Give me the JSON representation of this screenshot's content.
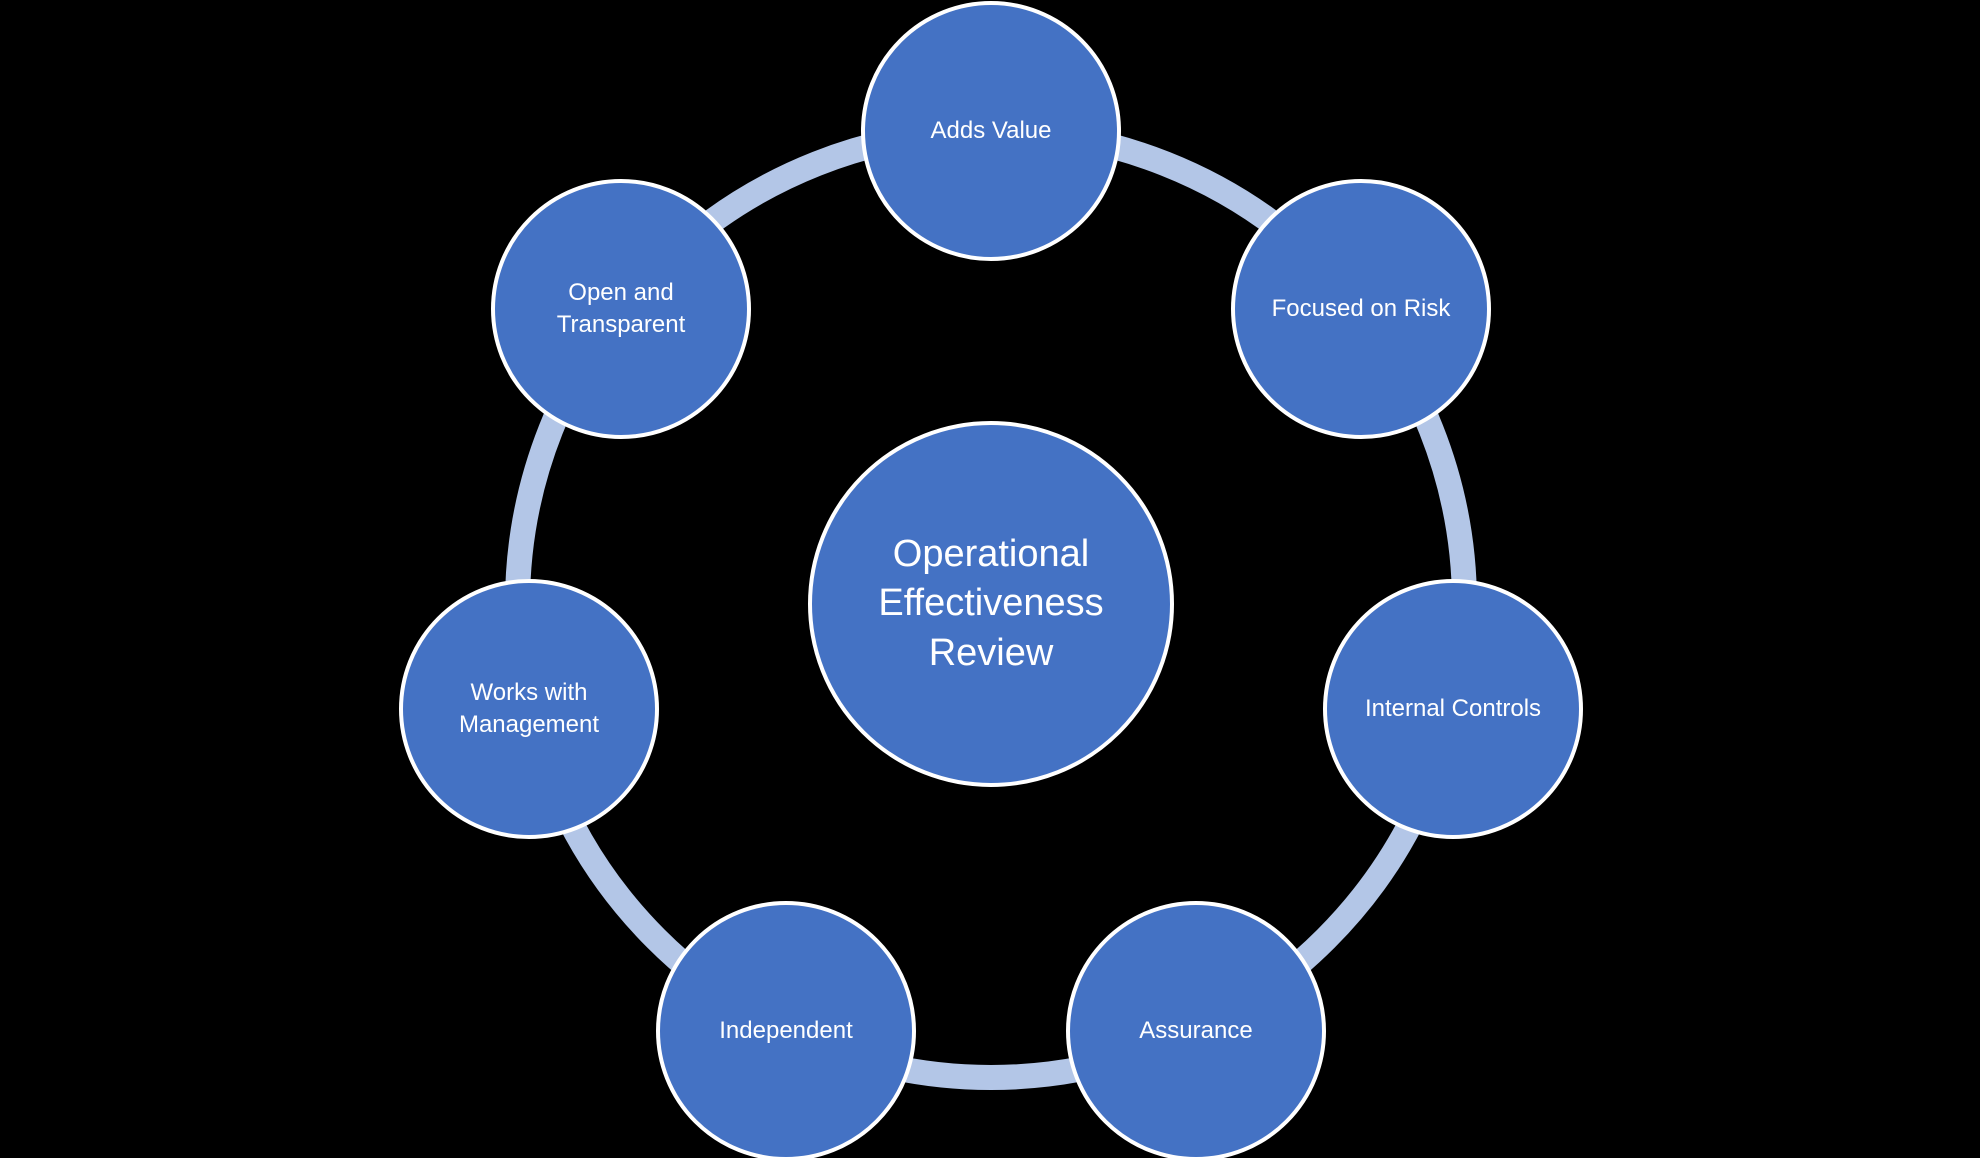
{
  "diagram": {
    "type": "radial-cycle",
    "center": {
      "label": "Operational Effectiveness Review"
    },
    "nodes": [
      {
        "label": "Adds Value",
        "position": "top"
      },
      {
        "label": "Focused on Risk",
        "position": "upper-right"
      },
      {
        "label": "Internal Controls",
        "position": "right"
      },
      {
        "label": "Assurance",
        "position": "lower-right"
      },
      {
        "label": "Independent",
        "position": "lower-left"
      },
      {
        "label": "Works with Management",
        "position": "left"
      },
      {
        "label": "Open and Transparent",
        "position": "upper-left"
      }
    ],
    "colors": {
      "background": "#000000",
      "node_fill": "#4472c4",
      "node_border": "#ffffff",
      "ring": "#b3c6e7",
      "text": "#ffffff"
    }
  }
}
